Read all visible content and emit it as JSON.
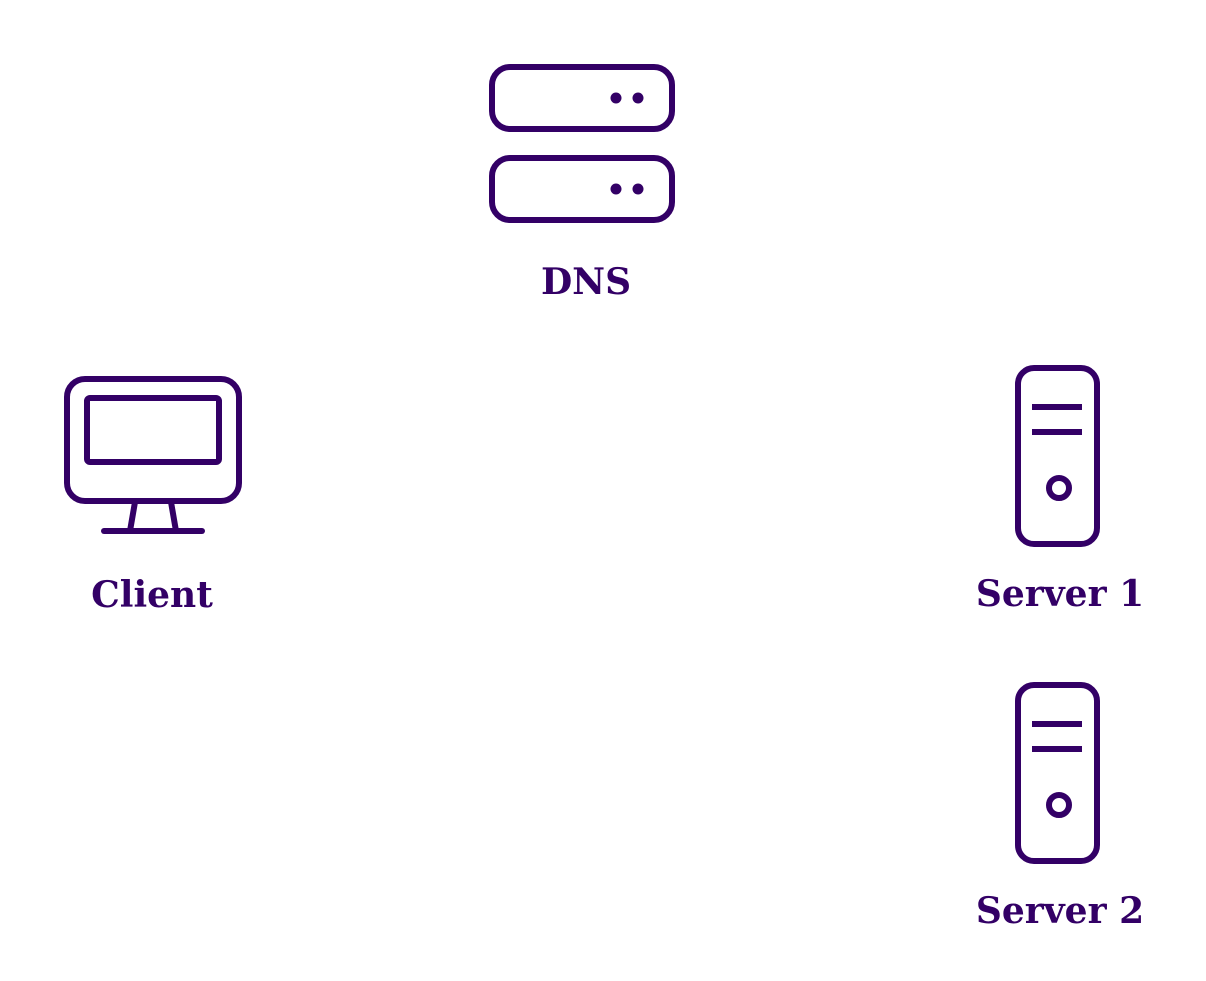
{
  "diagram": {
    "accent_color": "#330066",
    "nodes": {
      "dns": {
        "label": "DNS",
        "icon": "database-server-icon"
      },
      "client": {
        "label": "Client",
        "icon": "monitor-icon"
      },
      "server1": {
        "label": "Server 1",
        "icon": "tower-server-icon"
      },
      "server2": {
        "label": "Server 2",
        "icon": "tower-server-icon"
      }
    }
  }
}
